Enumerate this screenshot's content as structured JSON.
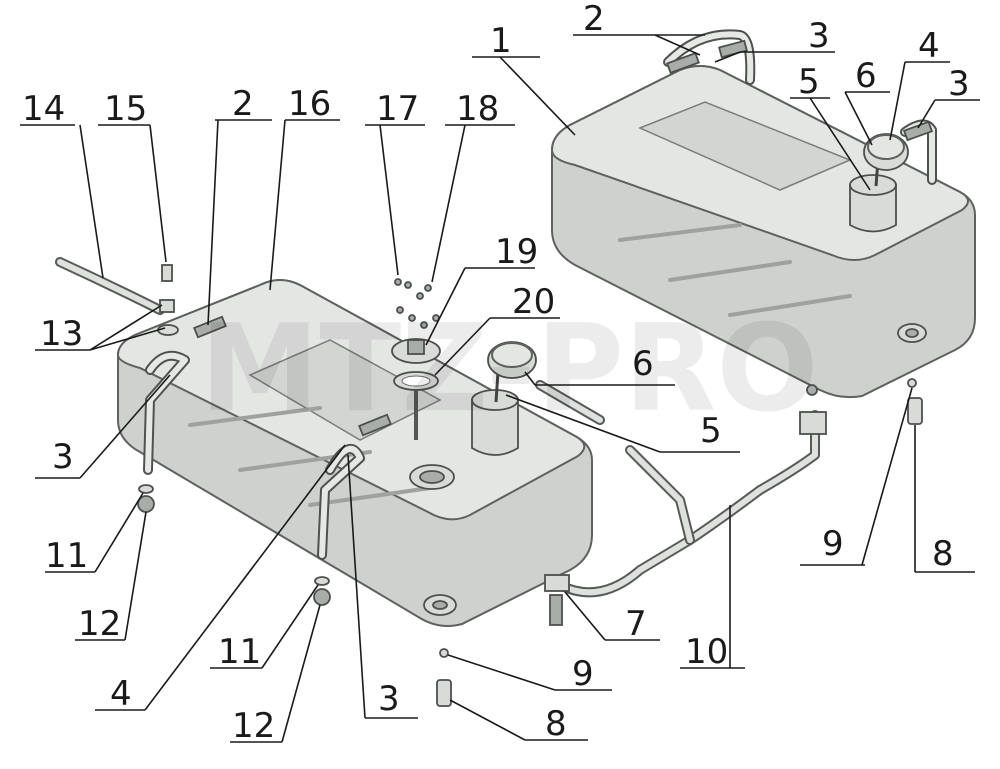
{
  "watermark": "MTZ-PRO",
  "callouts": [
    {
      "id": "c1",
      "text": "1"
    },
    {
      "id": "c2a",
      "text": "2"
    },
    {
      "id": "c3a",
      "text": "3"
    },
    {
      "id": "c4a",
      "text": "4"
    },
    {
      "id": "c5a",
      "text": "5"
    },
    {
      "id": "c6a",
      "text": "6"
    },
    {
      "id": "c3b",
      "text": "3"
    },
    {
      "id": "c14",
      "text": "14"
    },
    {
      "id": "c15",
      "text": "15"
    },
    {
      "id": "c2b",
      "text": "2"
    },
    {
      "id": "c16",
      "text": "16"
    },
    {
      "id": "c17",
      "text": "17"
    },
    {
      "id": "c18",
      "text": "18"
    },
    {
      "id": "c19",
      "text": "19"
    },
    {
      "id": "c20",
      "text": "20"
    },
    {
      "id": "c13",
      "text": "13"
    },
    {
      "id": "c6b",
      "text": "6"
    },
    {
      "id": "c5b",
      "text": "5"
    },
    {
      "id": "c3c",
      "text": "3"
    },
    {
      "id": "c11a",
      "text": "11"
    },
    {
      "id": "c12a",
      "text": "12"
    },
    {
      "id": "c4b",
      "text": "4"
    },
    {
      "id": "c11b",
      "text": "11"
    },
    {
      "id": "c12b",
      "text": "12"
    },
    {
      "id": "c3d",
      "text": "3"
    },
    {
      "id": "c9a",
      "text": "9"
    },
    {
      "id": "c8a",
      "text": "8"
    },
    {
      "id": "c7",
      "text": "7"
    },
    {
      "id": "c10",
      "text": "10"
    },
    {
      "id": "c9b",
      "text": "9"
    },
    {
      "id": "c8b",
      "text": "8"
    }
  ]
}
